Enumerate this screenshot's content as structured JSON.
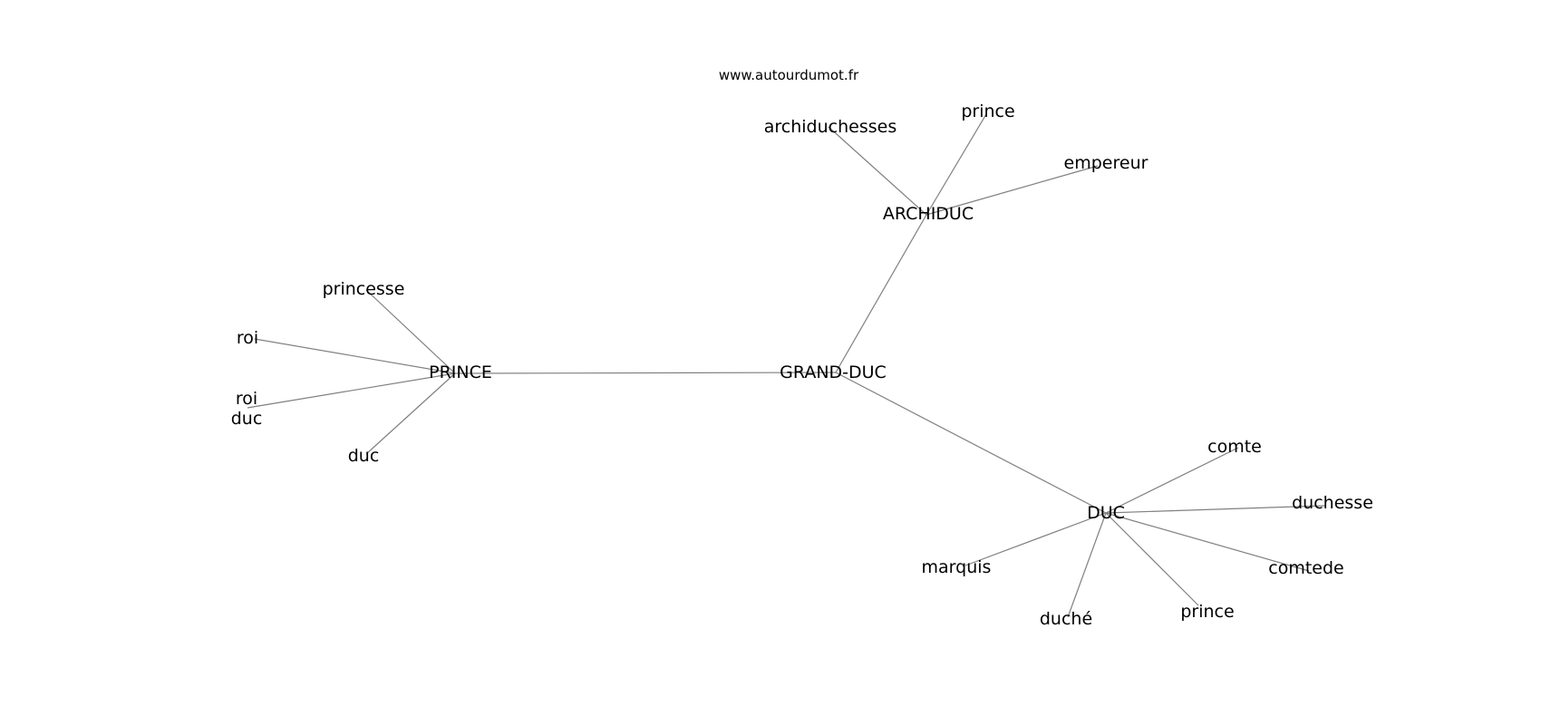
{
  "watermark": "www.autourdumot.fr",
  "graph": {
    "nodes": [
      {
        "id": "grand-duc",
        "label": "GRAND-DUC"
      },
      {
        "id": "prince-hub",
        "label": "PRINCE"
      },
      {
        "id": "archiduc",
        "label": "ARCHIDUC"
      },
      {
        "id": "duc-hub",
        "label": "DUC"
      },
      {
        "id": "princesse",
        "label": "princesse"
      },
      {
        "id": "roi",
        "label": "roi"
      },
      {
        "id": "roi-duc",
        "label": "roi\nduc"
      },
      {
        "id": "duc-leaf",
        "label": "duc"
      },
      {
        "id": "archiduchesses",
        "label": "archiduchesses"
      },
      {
        "id": "prince-leaf-a",
        "label": "prince"
      },
      {
        "id": "empereur",
        "label": "empereur"
      },
      {
        "id": "comte",
        "label": "comte"
      },
      {
        "id": "duchesse",
        "label": "duchesse"
      },
      {
        "id": "comtede",
        "label": "comtede"
      },
      {
        "id": "prince-leaf-d",
        "label": "prince"
      },
      {
        "id": "duche",
        "label": "duché"
      },
      {
        "id": "marquis",
        "label": "marquis"
      }
    ],
    "edges": [
      [
        "grand-duc",
        "prince-hub"
      ],
      [
        "grand-duc",
        "archiduc"
      ],
      [
        "grand-duc",
        "duc-hub"
      ],
      [
        "prince-hub",
        "princesse"
      ],
      [
        "prince-hub",
        "roi"
      ],
      [
        "prince-hub",
        "roi-duc"
      ],
      [
        "prince-hub",
        "duc-leaf"
      ],
      [
        "archiduc",
        "archiduchesses"
      ],
      [
        "archiduc",
        "prince-leaf-a"
      ],
      [
        "archiduc",
        "empereur"
      ],
      [
        "duc-hub",
        "comte"
      ],
      [
        "duc-hub",
        "duchesse"
      ],
      [
        "duc-hub",
        "comtede"
      ],
      [
        "duc-hub",
        "prince-leaf-d"
      ],
      [
        "duc-hub",
        "duche"
      ],
      [
        "duc-hub",
        "marquis"
      ]
    ]
  }
}
